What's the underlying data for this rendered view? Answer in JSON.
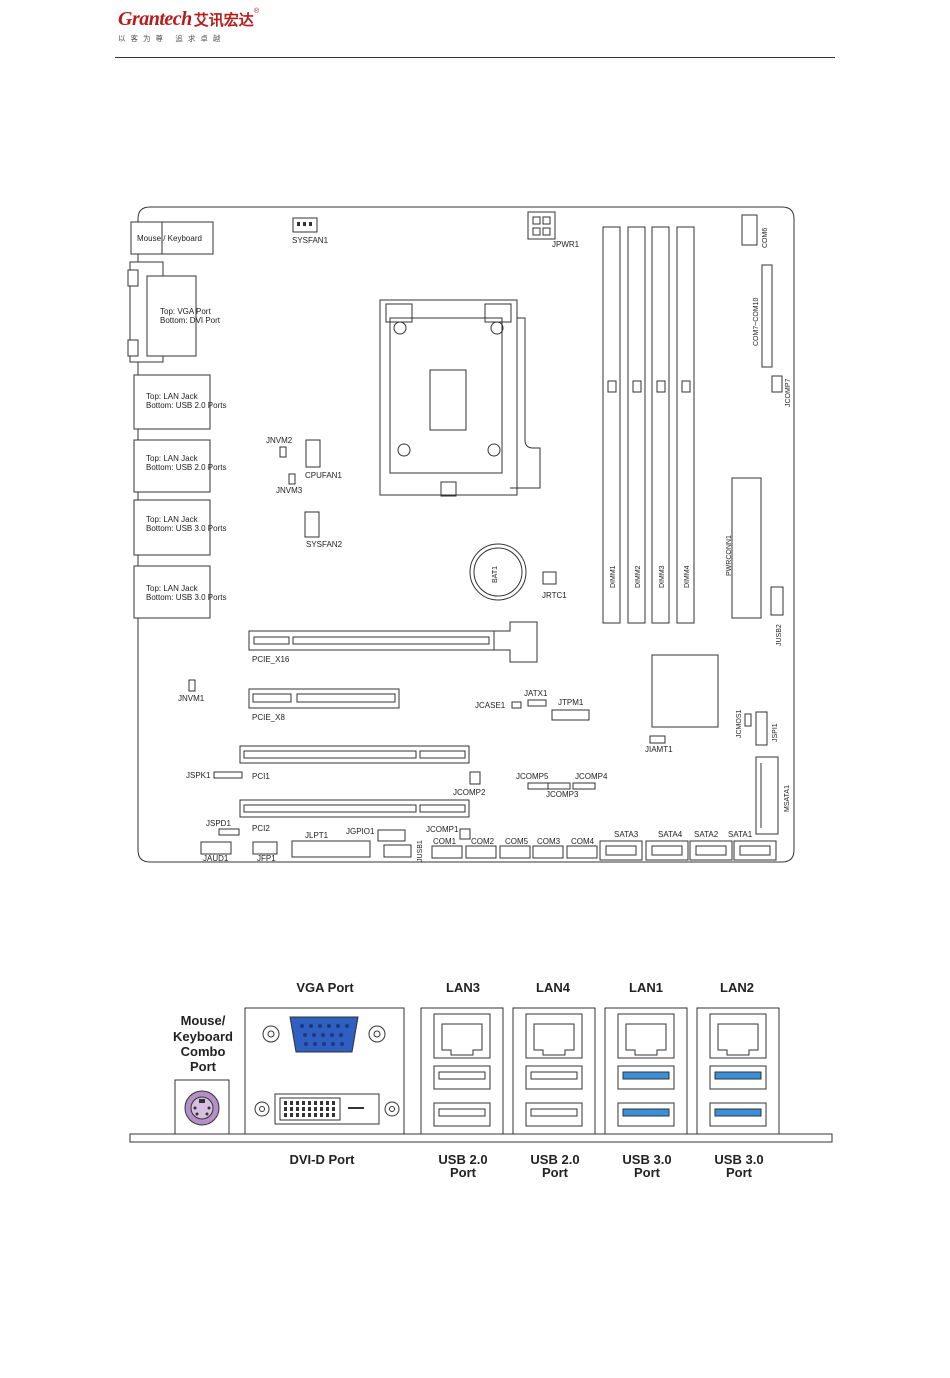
{
  "header": {
    "brand": "Grantech",
    "brand_cn": "艾讯宏达",
    "brand_reg": "®",
    "slogan": "以客为尊 追求卓越"
  },
  "board": {
    "io": {
      "ps2": "Mouse / Keyboard",
      "vga_top": "Top: VGA Port",
      "vga_bottom": "Bottom: DVI Port",
      "lan1_top": "Top: LAN Jack",
      "lan1_bottom": "Bottom: USB 2.0 Ports",
      "lan2_top": "Top: LAN Jack",
      "lan2_bottom": "Bottom: USB 2.0 Ports",
      "lan3_top": "Top: LAN Jack",
      "lan3_bottom": "Bottom: USB 3.0 Ports",
      "lan4_top": "Top: LAN Jack",
      "lan4_bottom": "Bottom: USB 3.0 Ports"
    },
    "labels": {
      "sysfan1": "SYSFAN1",
      "jpwr1": "JPWR1",
      "com6": "COM6",
      "com7_10": "COM7~COM10",
      "jcomp7": "JCOMP7",
      "jnvm2": "JNVM2",
      "cpufan1": "CPUFAN1",
      "jnvm3": "JNVM3",
      "sysfan2": "SYSFAN2",
      "bat1": "BAT1",
      "jrtc1": "JRTC1",
      "dimm1": "DIMM1",
      "dimm2": "DIMM2",
      "dimm3": "DIMM3",
      "dimm4": "DIMM4",
      "pwrconn1": "PWRCONN1",
      "jusb2": "JUSB2",
      "pcie_x16": "PCIE_X16",
      "jnvm1": "JNVM1",
      "pcie_x8": "PCIE_X8",
      "jatx1": "JATX1",
      "jcase1": "JCASE1",
      "jtpm1": "JTPM1",
      "jcmos1": "JCMOS1",
      "jspi1": "JSPI1",
      "jiamt1": "JIAMT1",
      "jspk1": "JSPK1",
      "pci1": "PCI1",
      "jcomp2": "JCOMP2",
      "jcomp5": "JCOMP5",
      "jcomp4": "JCOMP4",
      "jcomp3": "JCOMP3",
      "msata1": "MSATA1",
      "jspd1": "JSPD1",
      "pci2": "PCI2",
      "jlpt1": "JLPT1",
      "jgpio1": "JGPIO1",
      "jcomp1": "JCOMP1",
      "com1": "COM1",
      "com2": "COM2",
      "com5": "COM5",
      "com3": "COM3",
      "com4": "COM4",
      "sata3": "SATA3",
      "sata4": "SATA4",
      "sata2": "SATA2",
      "sata1": "SATA1",
      "jaud1": "JAUD1",
      "jfp1": "JFP1",
      "jusb1": "JUSB1"
    }
  },
  "panel": {
    "vga_port": "VGA Port",
    "lan3": "LAN3",
    "lan4": "LAN4",
    "lan1": "LAN1",
    "lan2": "LAN2",
    "ps2_line1": "Mouse/",
    "ps2_line2": "Keyboard",
    "ps2_line3": "Combo",
    "ps2_line4": "Port",
    "dvi_port": "DVI-D Port",
    "usb20_a_line1": "USB 2.0",
    "usb20_a_line2": "Port",
    "usb20_b_line1": "USB 2.0",
    "usb20_b_line2": "Port",
    "usb30_a_line1": "USB 3.0",
    "usb30_a_line2": "Port",
    "usb30_b_line1": "USB 3.0",
    "usb30_b_line2": "Port"
  },
  "colors": {
    "brand": "#b71c1c",
    "vga_blue": "#2f5fc0",
    "usb3_blue": "#3b8fd6",
    "ps2_purple": "#b58fc7"
  }
}
